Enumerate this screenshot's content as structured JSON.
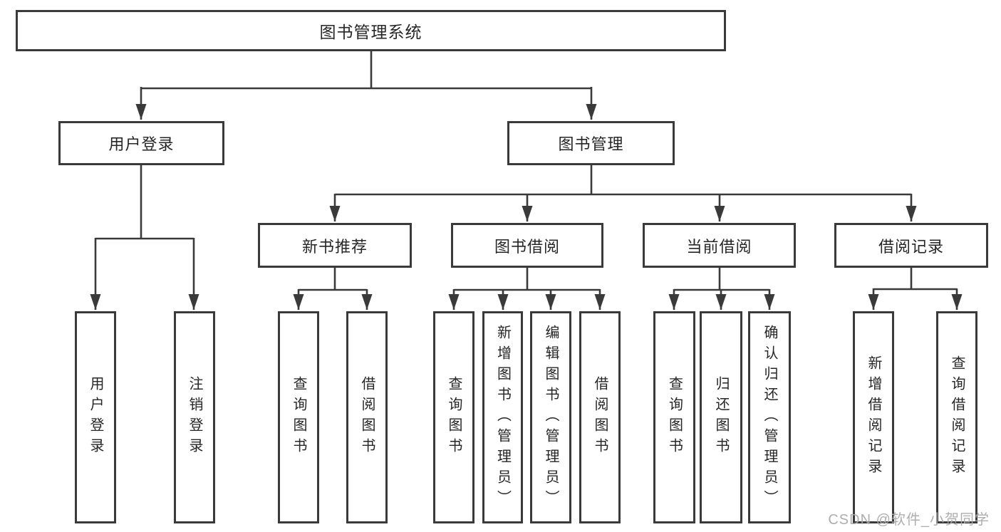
{
  "tree": {
    "label": "图书管理系统",
    "children": [
      {
        "label": "用户登录",
        "children": [
          {
            "label": "用户登录"
          },
          {
            "label": "注销登录"
          }
        ]
      },
      {
        "label": "图书管理",
        "children": [
          {
            "label": "新书推荐",
            "children": [
              {
                "label": "查询图书"
              },
              {
                "label": "借阅图书"
              }
            ]
          },
          {
            "label": "图书借阅",
            "children": [
              {
                "label": "查询图书"
              },
              {
                "label": "新增图书（管理员）"
              },
              {
                "label": "编辑图书（管理员）"
              },
              {
                "label": "借阅图书"
              }
            ]
          },
          {
            "label": "当前借阅",
            "children": [
              {
                "label": "查询图书"
              },
              {
                "label": "归还图书"
              },
              {
                "label": "确认归还（管理员）"
              }
            ]
          },
          {
            "label": "借阅记录",
            "children": [
              {
                "label": "新增借阅记录"
              },
              {
                "label": "查询借阅记录"
              }
            ]
          }
        ]
      }
    ]
  },
  "watermark": {
    "text": "CSDN @软件_小贺同学"
  },
  "colors": {
    "line": "#3a3a3a",
    "text": "#262626",
    "box_background": "#ffffff",
    "page_background": "#ffffff",
    "watermark": "#aaaaaa"
  }
}
